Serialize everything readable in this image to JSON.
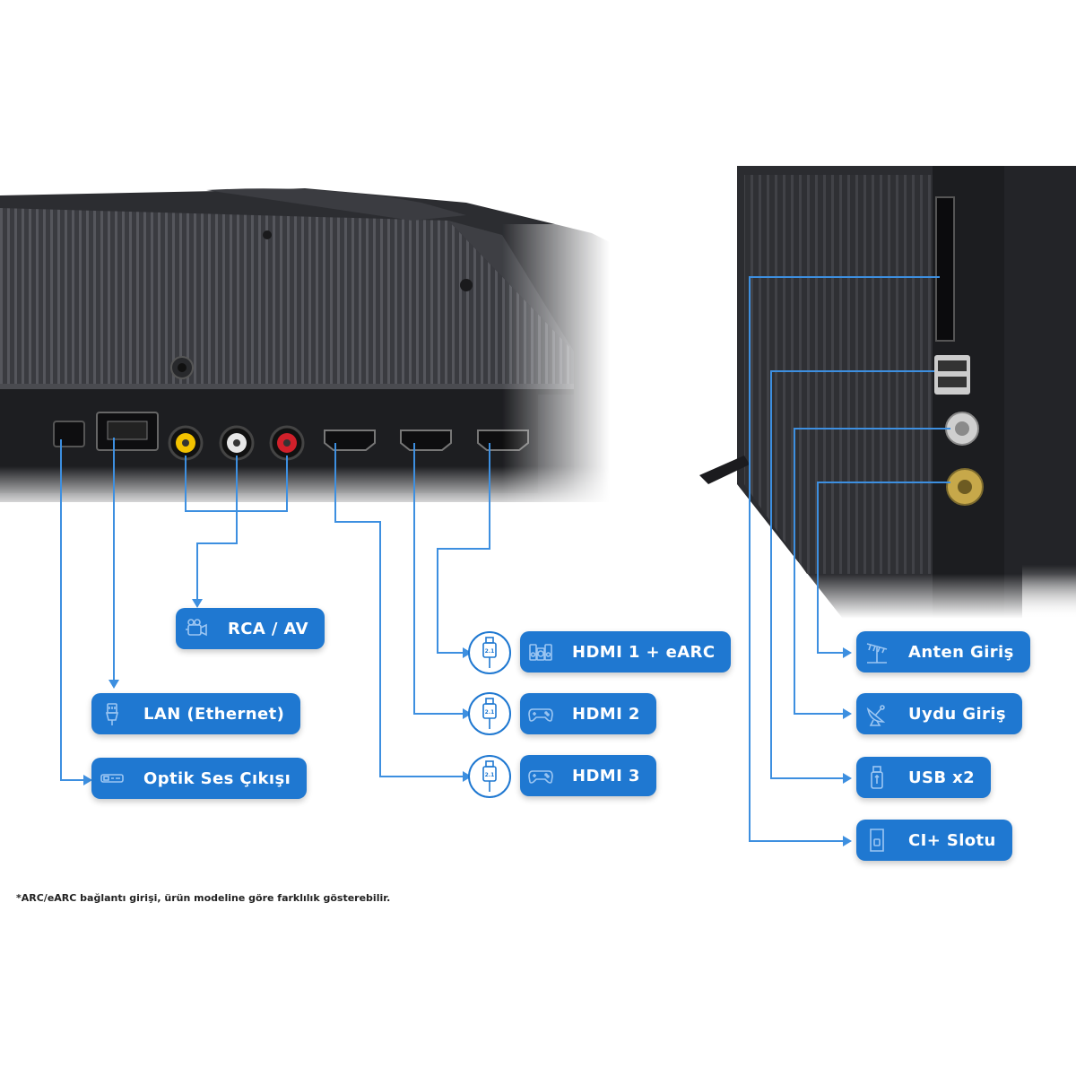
{
  "labels": {
    "rca": "RCA / AV",
    "lan": "LAN (Ethernet)",
    "optical": "Optik Ses Çıkışı",
    "hdmi1": "HDMI 1 + eARC",
    "hdmi2": "HDMI 2",
    "hdmi3": "HDMI 3",
    "antenna": "Anten Giriş",
    "satellite": "Uydu Giriş",
    "usb": "USB x2",
    "ci": "CI+ Slotu"
  },
  "hdmi_version": "2.1",
  "footnote": "*ARC/eARC bağlantı girişi, ürün modeline göre farklılık gösterebilir.",
  "colors": {
    "badge": "#1f78d1",
    "line": "#3d8fe0",
    "tv_body": "#2e2f33",
    "rca_yellow": "#f2c200",
    "rca_white": "#e6e6e6",
    "rca_red": "#d0202a"
  },
  "icons": {
    "rca": "camcorder-icon",
    "lan": "ethernet-plug-icon",
    "optical": "optical-port-icon",
    "hdmi1": "speaker-system-icon",
    "hdmi2": "gamepad-icon",
    "hdmi3": "gamepad-icon",
    "antenna": "antenna-icon",
    "satellite": "satellite-dish-icon",
    "usb": "usb-stick-icon",
    "ci": "ci-card-icon"
  }
}
